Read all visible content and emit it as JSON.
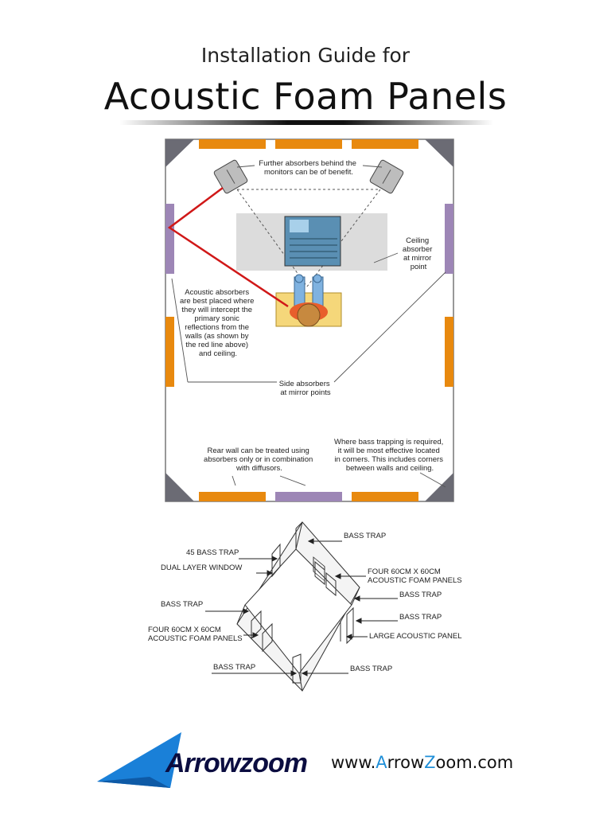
{
  "header": {
    "subtitle": "Installation Guide for",
    "title": "Acoustic Foam Panels"
  },
  "room_diagram": {
    "notes": {
      "monitors_l1": "Further absorbers behind the",
      "monitors_l2": "monitors can be of benefit.",
      "ceiling_l1": "Ceiling",
      "ceiling_l2": "absorber",
      "ceiling_l3": "at mirror",
      "ceiling_l4": "point",
      "acoustic_l1": "Acoustic absorbers",
      "acoustic_l2": "are best placed where",
      "acoustic_l3": "they will intercept the",
      "acoustic_l4": "primary sonic",
      "acoustic_l5": "reflections from the",
      "acoustic_l6": "walls (as shown by",
      "acoustic_l7": "the red line above)",
      "acoustic_l8": "and ceiling.",
      "side_l1": "Side absorbers",
      "side_l2": "at mirror points",
      "rear_l1": "Rear wall can be treated using",
      "rear_l2": "absorbers only or in combination",
      "rear_l3": "with diffusors.",
      "bass_l1": "Where bass trapping is required,",
      "bass_l2": "it will be most effective located",
      "bass_l3": "in corners. This includes corners",
      "bass_l4": "between walls and ceiling."
    }
  },
  "iso_diagram": {
    "labels": {
      "bass_trap_top": "BASS TRAP",
      "bass_trap_45": "45 BASS TRAP",
      "dual_window": "DUAL LAYER WINDOW",
      "four_panels_r1": "FOUR 60CM X 60CM",
      "four_panels_r2": "ACOUSTIC FOAM PANELS",
      "bass_trap_r1": "BASS TRAP",
      "bass_trap_l": "BASS TRAP",
      "bass_trap_r2": "BASS TRAP",
      "four_panels_l1": "FOUR 60CM X 60CM",
      "four_panels_l2": "ACOUSTIC FOAM PANELS",
      "large_panel": "LARGE ACOUSTIC PANEL",
      "bass_trap_bl": "BASS TRAP",
      "bass_trap_br": "BASS TRAP"
    }
  },
  "footer": {
    "logo_text": "Arrowzoom",
    "url_pre": "www.",
    "url_a": "A",
    "url_mid": "rrow",
    "url_z": "Z",
    "url_post": "oom.com"
  },
  "colors": {
    "panel_orange": "#e8890e",
    "panel_purple": "#9d86b6",
    "bass_trap_grey": "#6b6b74",
    "reflection_red": "#d01818",
    "logo_blue": "#1a80d8",
    "logo_navy": "#0b0d40"
  }
}
